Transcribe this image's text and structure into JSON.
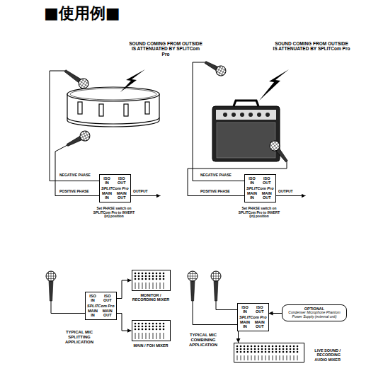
{
  "diagram": {
    "title": "■使用例■",
    "nodes": [
      {
        "text": [
          "ISO IN",
          "ISO OUT",
          "SPLITCom Pro",
          "MAIN IN",
          "MAIN OUT"
        ]
      },
      {
        "text": [
          "ISO IN",
          "ISO OUT",
          "SPLITCom Pro",
          "MAIN IN",
          "MAIN OUT"
        ]
      },
      {
        "text": [
          "ISO IN",
          "ISO OUT",
          "SPLITCom Pro",
          "MAIN IN",
          "MAIN OUT"
        ]
      },
      {
        "text": [
          "MONITOR / RECORDING MIXER"
        ]
      },
      {
        "text": [
          "MAIN / FOH MIXER"
        ]
      },
      {
        "text": [
          "ISO IN",
          "ISO OUT",
          "SPLITCom Pro",
          "MAIN IN",
          "MAIN OUT"
        ]
      },
      {
        "text": [
          "OPTIONAL",
          "Condenser Microphone Phantom Power Supply (external unit)"
        ]
      },
      {
        "text": [
          "LIVE SOUND / RECORDING AUDIO MIXER"
        ]
      }
    ],
    "edges": [
      {
        "from": 2,
        "to": 3,
        "arrow": "to"
      },
      {
        "from": 2,
        "to": 4,
        "arrow": "to"
      },
      {
        "from": 6,
        "to": 5,
        "arrow": "to"
      },
      {
        "from": 5,
        "to": 7,
        "arrow": "to"
      }
    ],
    "labels": [
      "SOUND COMING FROM OUTSIDE IS ATTENUATED BY SPLITCom Pro",
      "SOUND COMING FROM OUTSIDE IS ATTENUATED BY SPLITCom Pro",
      "NEGATIVE PHASE",
      "POSITIVE PHASE",
      "OUTPUT",
      "Set PHASE switch on SPLITCom Pro to INVERT (in) position",
      "NEGATIVE PHASE",
      "POSITIVE PHASE",
      "OUTPUT",
      "Set PHASE switch on SPLITCom Pro to INVERT (in) position",
      "TYPICAL MIC SPLITTING APPLICATION",
      "TYPICAL MIC COMBINING APPLICATION"
    ]
  }
}
